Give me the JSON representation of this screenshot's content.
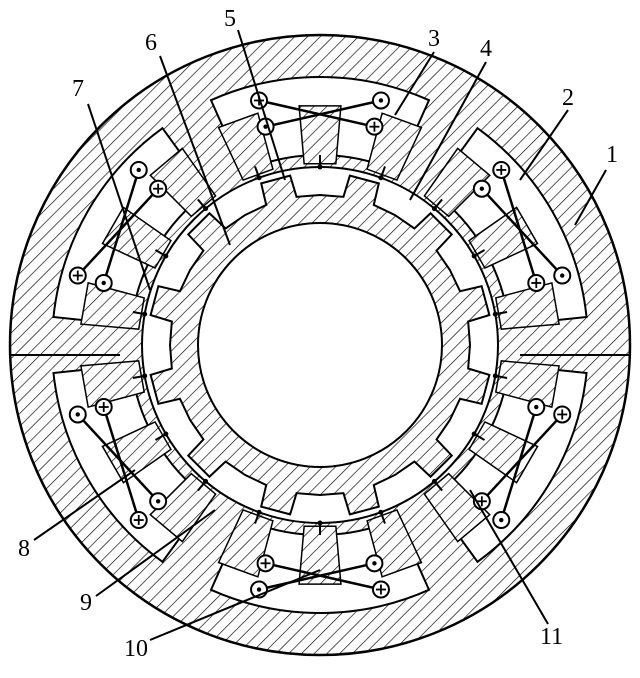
{
  "diagram": {
    "title": "Motor cross-section with stator modules and coils",
    "colors": {
      "line": "#000000",
      "background": "#ffffff"
    },
    "labels": [
      {
        "id": "1",
        "text": "1"
      },
      {
        "id": "2",
        "text": "2"
      },
      {
        "id": "3",
        "text": "3"
      },
      {
        "id": "4",
        "text": "4"
      },
      {
        "id": "5",
        "text": "5"
      },
      {
        "id": "6",
        "text": "6"
      },
      {
        "id": "7",
        "text": "7"
      },
      {
        "id": "8",
        "text": "8"
      },
      {
        "id": "9",
        "text": "9"
      },
      {
        "id": "10",
        "text": "10"
      },
      {
        "id": "11",
        "text": "11"
      }
    ]
  }
}
